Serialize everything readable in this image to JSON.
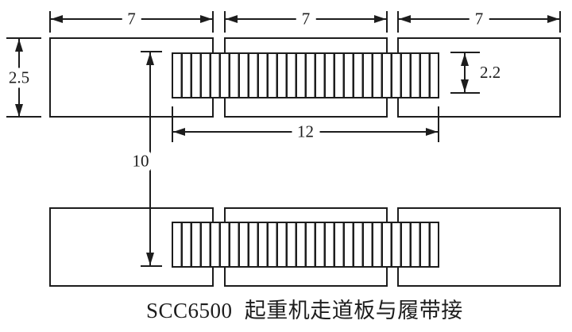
{
  "diagram": {
    "caption": "SCC6500 起重机走道板与履带接",
    "dimensions": {
      "plate1_width": "7",
      "plate2_width": "7",
      "plate3_width": "7",
      "plate_height": "2.5",
      "track_pad_height": "2.2",
      "track_pad_length": "12",
      "row_spacing": "10"
    },
    "colors": {
      "line": "#1d1d1d",
      "background": "#ffffff"
    }
  }
}
